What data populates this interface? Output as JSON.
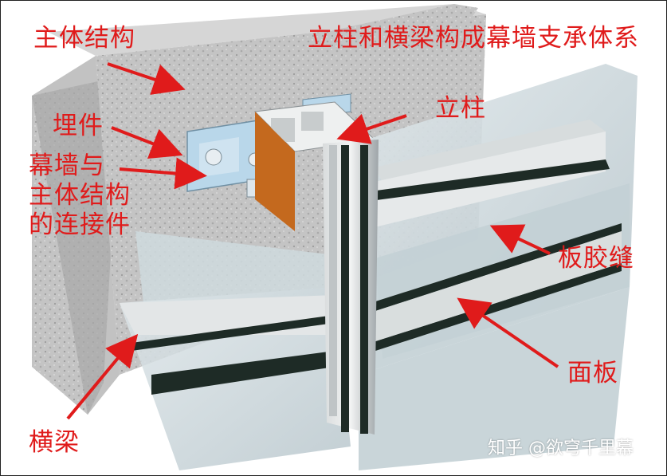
{
  "diagram": {
    "labels": {
      "main_structure": "主体结构",
      "support_system": "立柱和横梁构成幕墙支承体系",
      "column": "立柱",
      "embedded_part": "埋件",
      "connector_lines": [
        "幕墙与",
        "主体结构",
        "的连接件"
      ],
      "panel_joint": "板胶缝",
      "panel": "面板",
      "beam": "横梁"
    },
    "watermark": "知乎 @欲穹千里幕"
  },
  "colors": {
    "label_red": "#e01b1b",
    "concrete": "#bdbdbd",
    "glass": "#c9d6dc",
    "mullion": "#9ea5a8",
    "gasket": "#1e2b26",
    "bracket": "#b9d7ea"
  }
}
